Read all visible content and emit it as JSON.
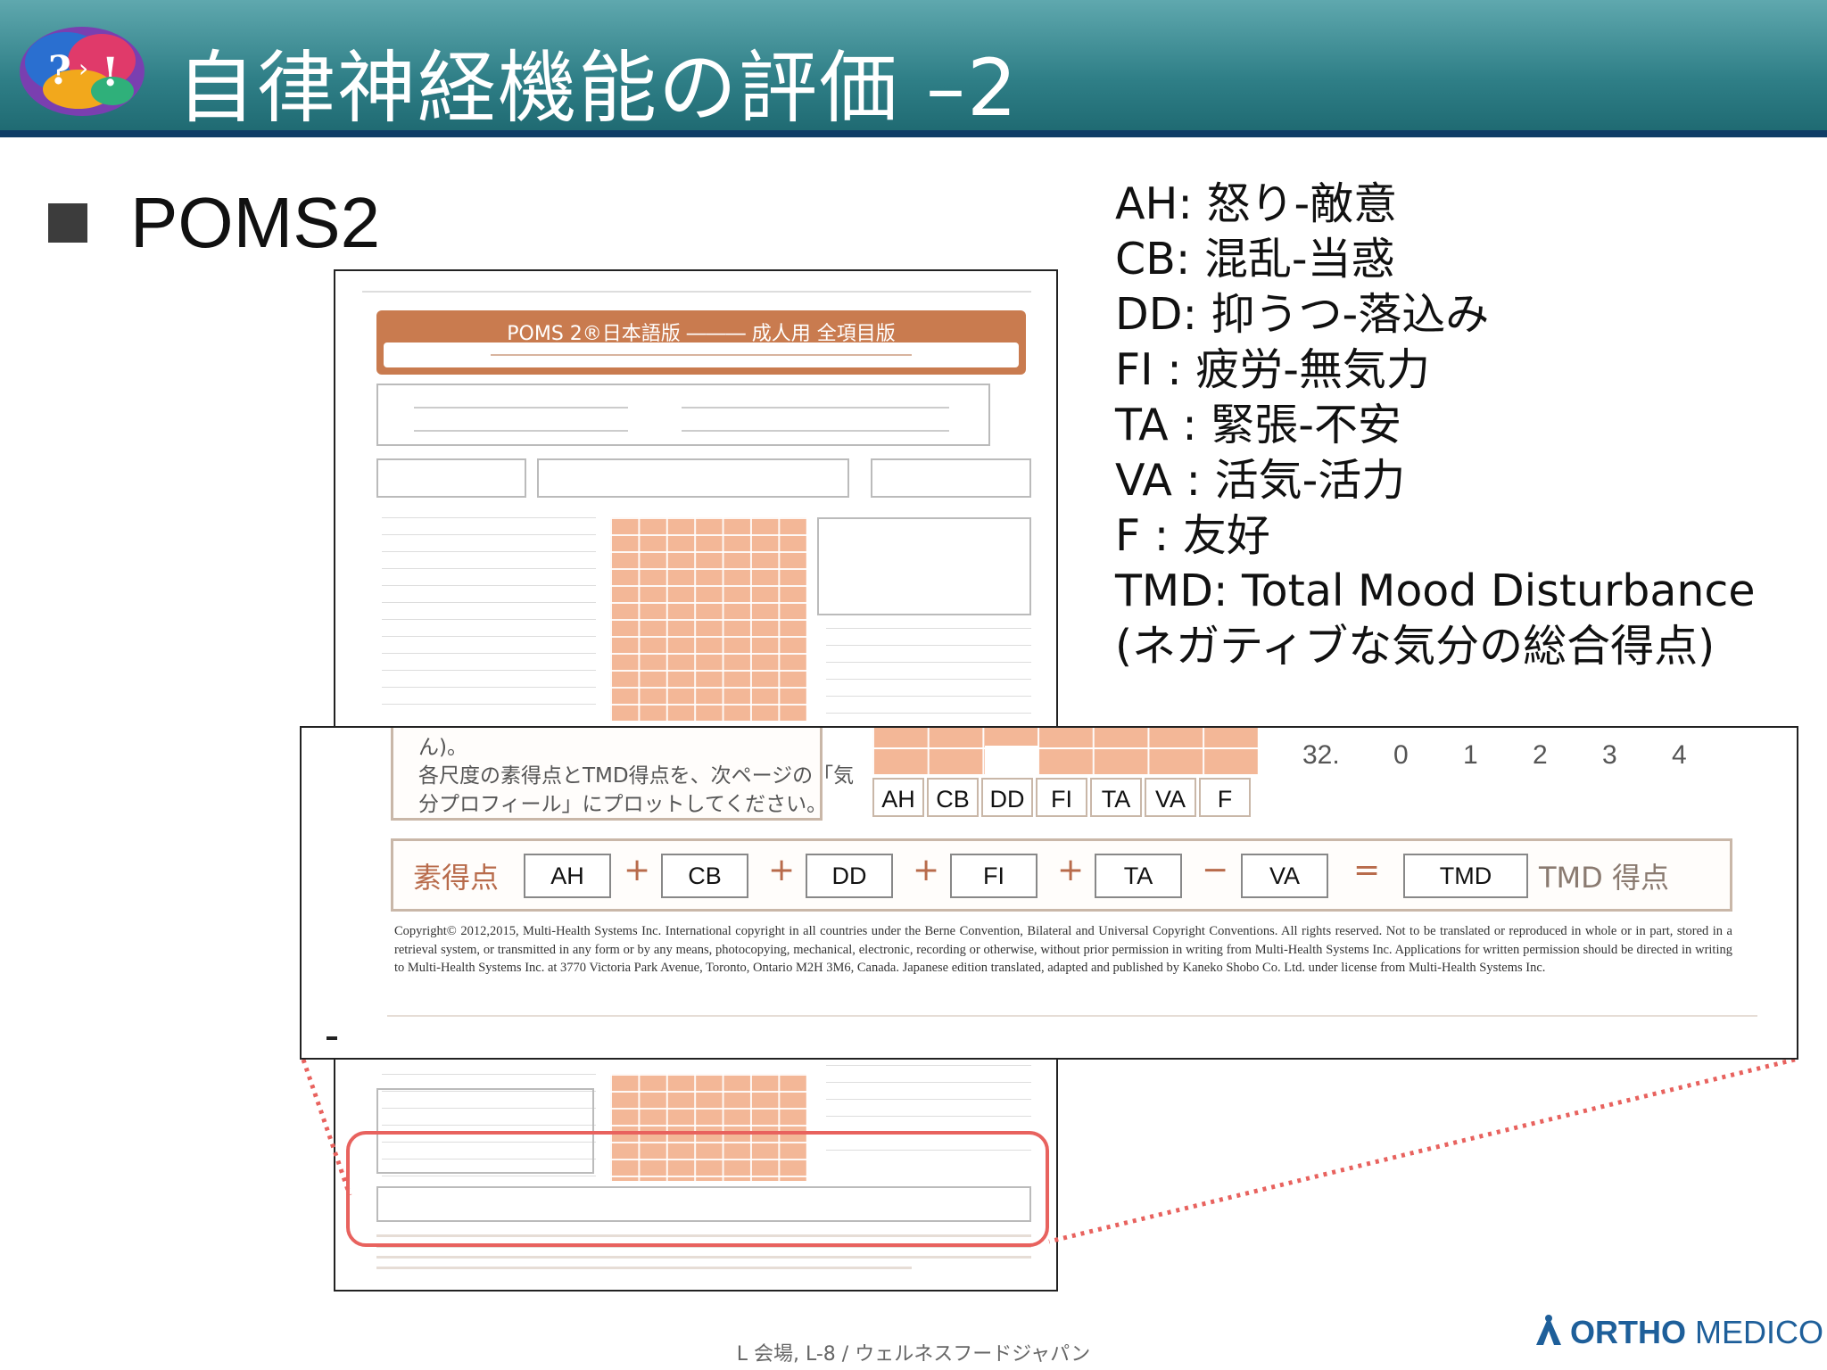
{
  "header": {
    "title": "自律神経機能の評価 –2"
  },
  "bullet": {
    "text": "POMS2"
  },
  "legend": [
    "AH: 怒り-敵意",
    "CB: 混乱-当惑",
    "DD: 抑うつ-落込み",
    "FI  : 疲労-無気力",
    "TA : 緊張-不安",
    "VA : 活気-活力",
    "F    : 友好",
    "TMD: Total Mood Disturbance",
    "(ネガティブな気分の総合得点)"
  ],
  "form": {
    "title": "POMS 2®日本語版 ――― 成人用 全項目版"
  },
  "zoom": {
    "note_line1": "ん)。",
    "note_line2": "各尺度の素得点とTMD得点を、次ページの「気",
    "note_line3": "分プロフィール」にプロットしてください。",
    "scale_labels": [
      "AH",
      "CB",
      "DD",
      "FI",
      "TA",
      "VA",
      "F"
    ],
    "item_number": "32.",
    "item_scores": [
      "0",
      "1",
      "2",
      "3",
      "4"
    ],
    "sum_label": "素得点",
    "sum_boxes": [
      "AH",
      "CB",
      "DD",
      "FI",
      "TA",
      "VA",
      "TMD"
    ],
    "sum_ops": [
      "+",
      "+",
      "+",
      "+",
      "−",
      "="
    ],
    "tmd_label": "TMD 得点",
    "copyright": "Copyright© 2012,2015, Multi-Health Systems Inc. International copyright in all countries under the Berne Convention, Bilateral and Universal Copyright Conventions. All rights reserved. Not to be translated or reproduced in whole or in part, stored in a retrieval system, or transmitted in any form or by any means, photocopying, mechanical, electronic, recording or otherwise, without prior permission in writing from Multi-Health Systems Inc. Applications for written permission should be directed in writing to Multi-Health Systems Inc. at 3770 Victoria Park Avenue, Toronto, Ontario M2H 3M6, Canada. Japanese edition translated, adapted and published by Kaneko Shobo Co. Ltd. under license from Multi-Health Systems Inc."
  },
  "footer": {
    "text": "L 会場, L-8 / ウェルネスフードジャパン"
  },
  "brand": {
    "bold": "ORTHO",
    "light": " MEDICO"
  },
  "colors": {
    "header": "#2f7f87",
    "form_accent": "#c97b4f",
    "highlight": "#e8625e",
    "brand": "#1e5f9a"
  },
  "icons": [
    "brain-logo-icon",
    "ortho-medico-logo-icon"
  ]
}
